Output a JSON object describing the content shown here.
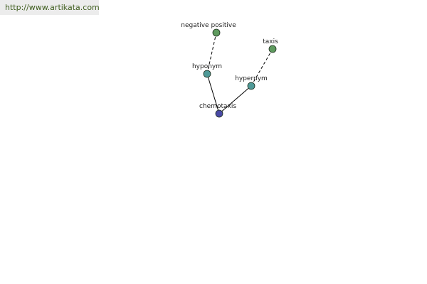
{
  "watermark": {
    "url": "http://www.artikata.com",
    "bg_color": "#ececec",
    "text_color": "#3d5c1c"
  },
  "diagram": {
    "nodes": [
      {
        "id": "negative-positive",
        "label": "negative positive",
        "color": "#5e9a5e"
      },
      {
        "id": "taxis",
        "label": "taxis",
        "color": "#5e9a5e"
      },
      {
        "id": "hyponym",
        "label": "hyponym",
        "color": "#4f9a98"
      },
      {
        "id": "hypernym",
        "label": "hypernym",
        "color": "#4f9a98"
      },
      {
        "id": "chemotaxis",
        "label": "chemotaxis",
        "color": "#4a4aa6"
      }
    ],
    "edges": [
      {
        "from": "chemotaxis",
        "to": "hyponym",
        "style": "solid"
      },
      {
        "from": "chemotaxis",
        "to": "hypernym",
        "style": "solid"
      },
      {
        "from": "hyponym",
        "to": "negative-positive",
        "style": "dashed"
      },
      {
        "from": "hypernym",
        "to": "taxis",
        "style": "dashed"
      }
    ]
  }
}
